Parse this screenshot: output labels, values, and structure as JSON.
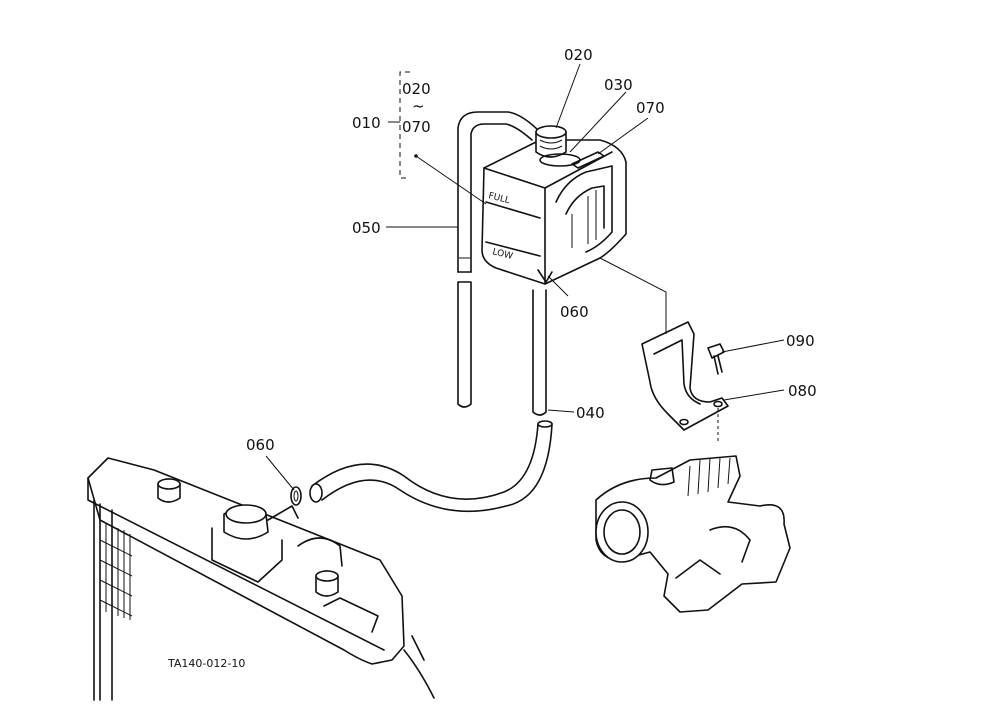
{
  "labels": {
    "p010": "010",
    "p020_top": "020",
    "p020_bracket": "020",
    "tilde": "~",
    "p070_bracket": "070",
    "p030": "030",
    "p070": "070",
    "p050": "050",
    "p060_tank": "060",
    "p090": "090",
    "p080": "080",
    "p040": "040",
    "p060_radiator": "060"
  },
  "tank_marks": {
    "full": "FULL",
    "low": "LOW"
  },
  "figure_ref": "TA140-012-10"
}
